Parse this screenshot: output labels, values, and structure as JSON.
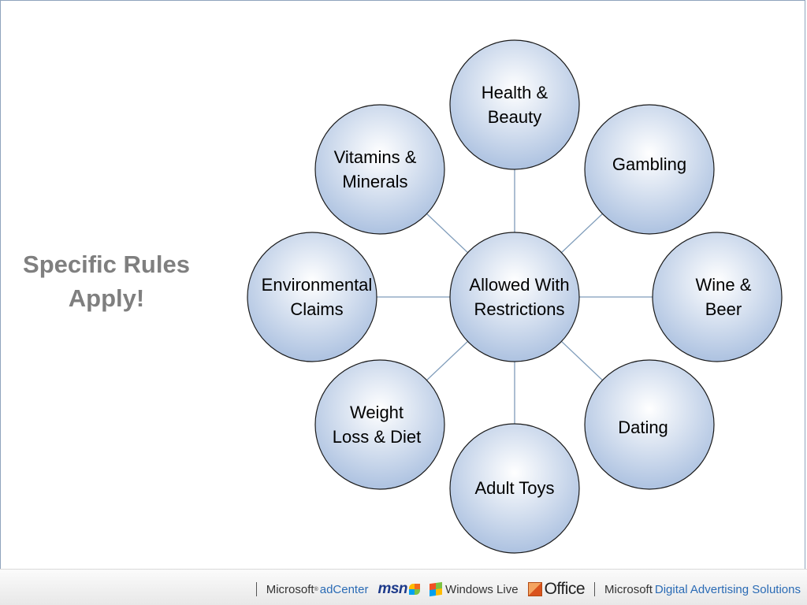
{
  "side_title": {
    "line1": "Specific Rules",
    "line2": "Apply!"
  },
  "diagram": {
    "center": {
      "line1": "Allowed With",
      "line2": "Restrictions"
    },
    "nodes": [
      {
        "id": "health-beauty",
        "line1": "Health &",
        "line2": "Beauty"
      },
      {
        "id": "gambling",
        "line1": "Gambling",
        "line2": ""
      },
      {
        "id": "wine-beer",
        "line1": "Wine &",
        "line2": "Beer"
      },
      {
        "id": "dating",
        "line1": "Dating",
        "line2": ""
      },
      {
        "id": "adult-toys",
        "line1": "Adult Toys",
        "line2": ""
      },
      {
        "id": "weight-loss-diet",
        "line1": "Weight",
        "line2": "Loss & Diet"
      },
      {
        "id": "environmental-claims",
        "line1": "Environmental",
        "line2": "Claims"
      },
      {
        "id": "vitamins-minerals",
        "line1": "Vitamins &",
        "line2": "Minerals"
      }
    ],
    "colors": {
      "fill_light": "#ffffff",
      "fill_dark": "#a9bfdf",
      "stroke": "#1a1a1a",
      "connector": "#7f9cba"
    }
  },
  "footer": {
    "microsoft_1": "Microsoft",
    "adcenter": "adCenter",
    "msn": "msn",
    "windows_live": "Windows Live",
    "office": "Office",
    "microsoft_2": "Microsoft",
    "digital_advertising": "Digital Advertising Solutions"
  }
}
